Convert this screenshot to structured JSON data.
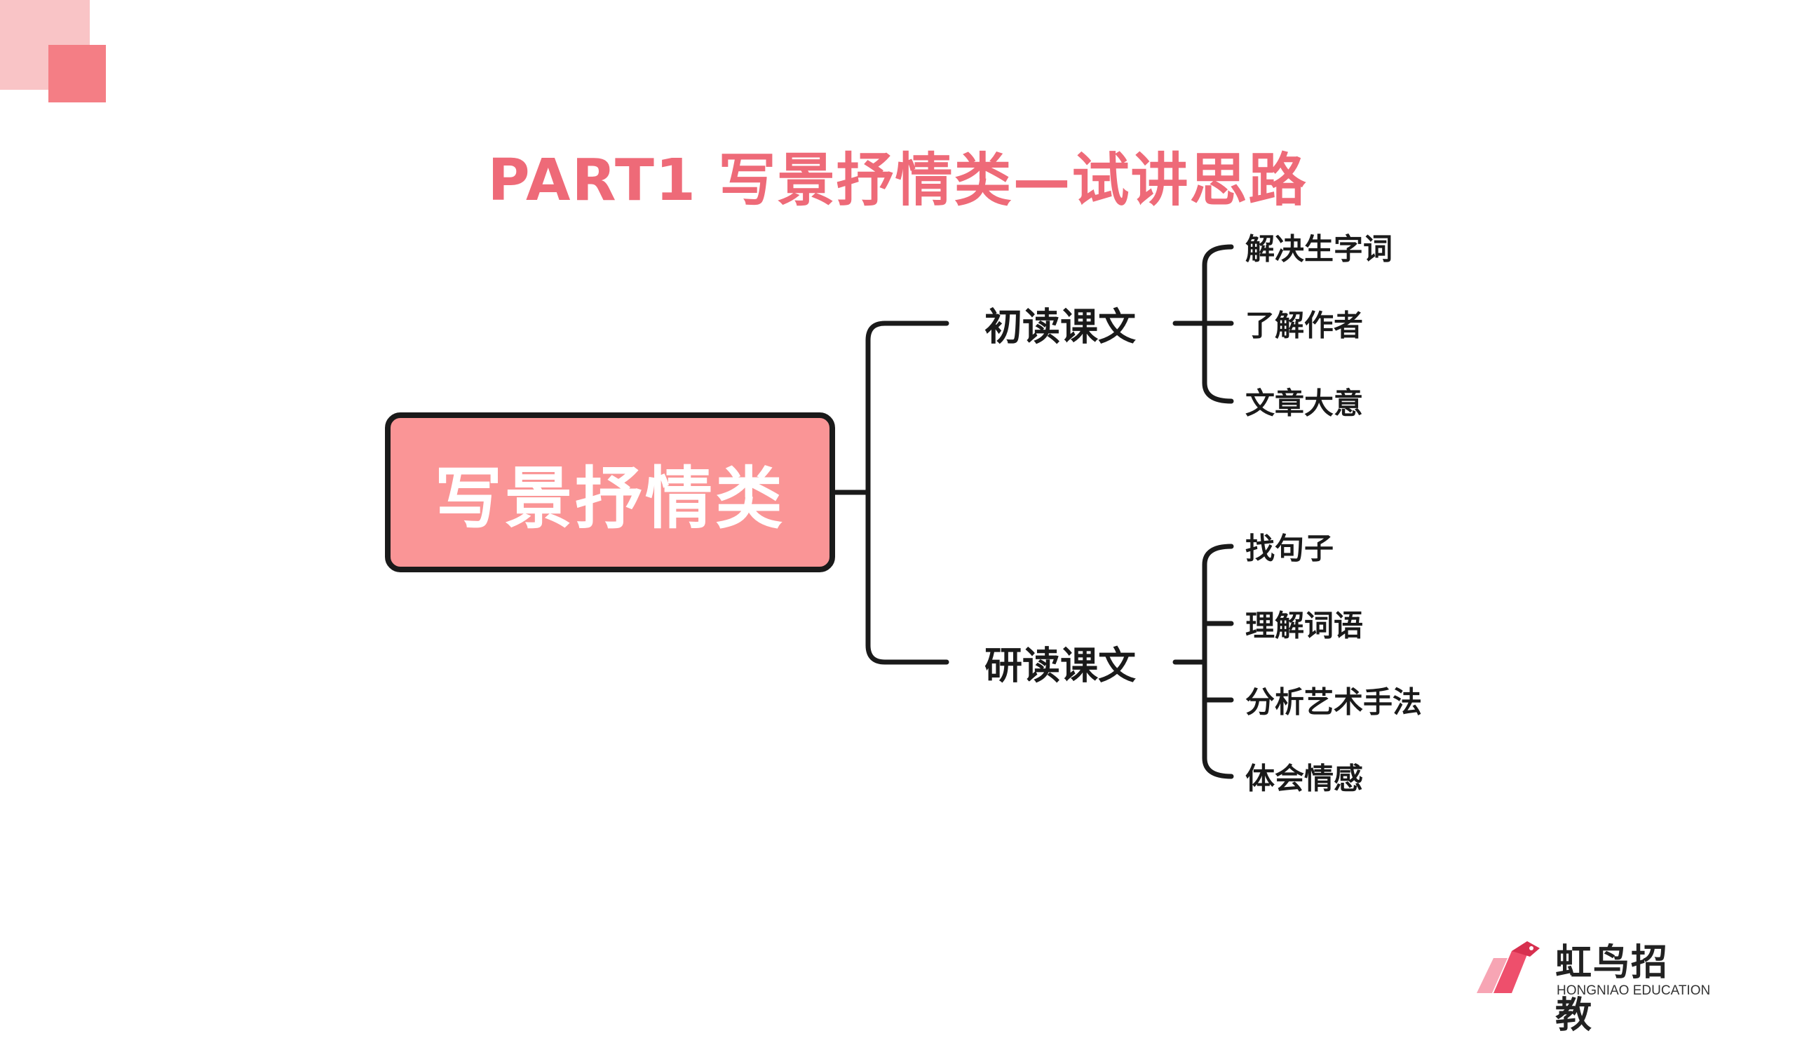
{
  "title": "PART1 写景抒情类—试讲思路",
  "root": "写景抒情类",
  "branches": [
    {
      "label": "初读课文",
      "children": [
        "解决生字词",
        "了解作者",
        "文章大意"
      ]
    },
    {
      "label": "研读课文",
      "children": [
        "找句子",
        "理解词语",
        "分析艺术手法",
        "体会情感"
      ]
    }
  ],
  "logo": {
    "name_cn": "虹鸟招教",
    "name_en": "HONGNIAO EDUCATION"
  },
  "colors": {
    "accent": "#ee6a78",
    "root_fill": "#fa9596",
    "corner_light": "#f9c4c6",
    "corner_dark": "#f47e85",
    "line": "#1a1a1a"
  }
}
